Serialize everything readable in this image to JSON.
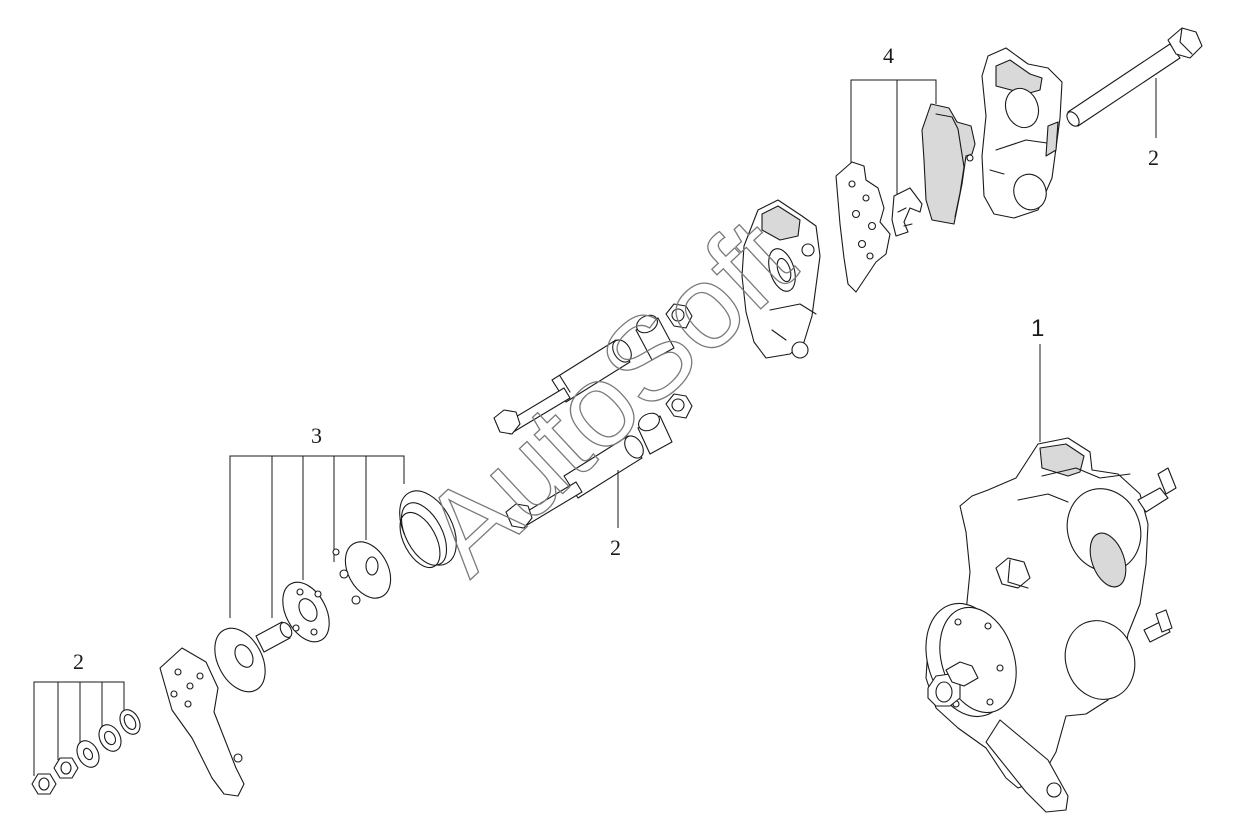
{
  "callouts": {
    "assembly": "1",
    "bolts_right": "2",
    "bolts_center": "2",
    "nuts_left": "2",
    "piston_kit": "3",
    "pad_kit": "4"
  },
  "watermark": "AutoSoft"
}
